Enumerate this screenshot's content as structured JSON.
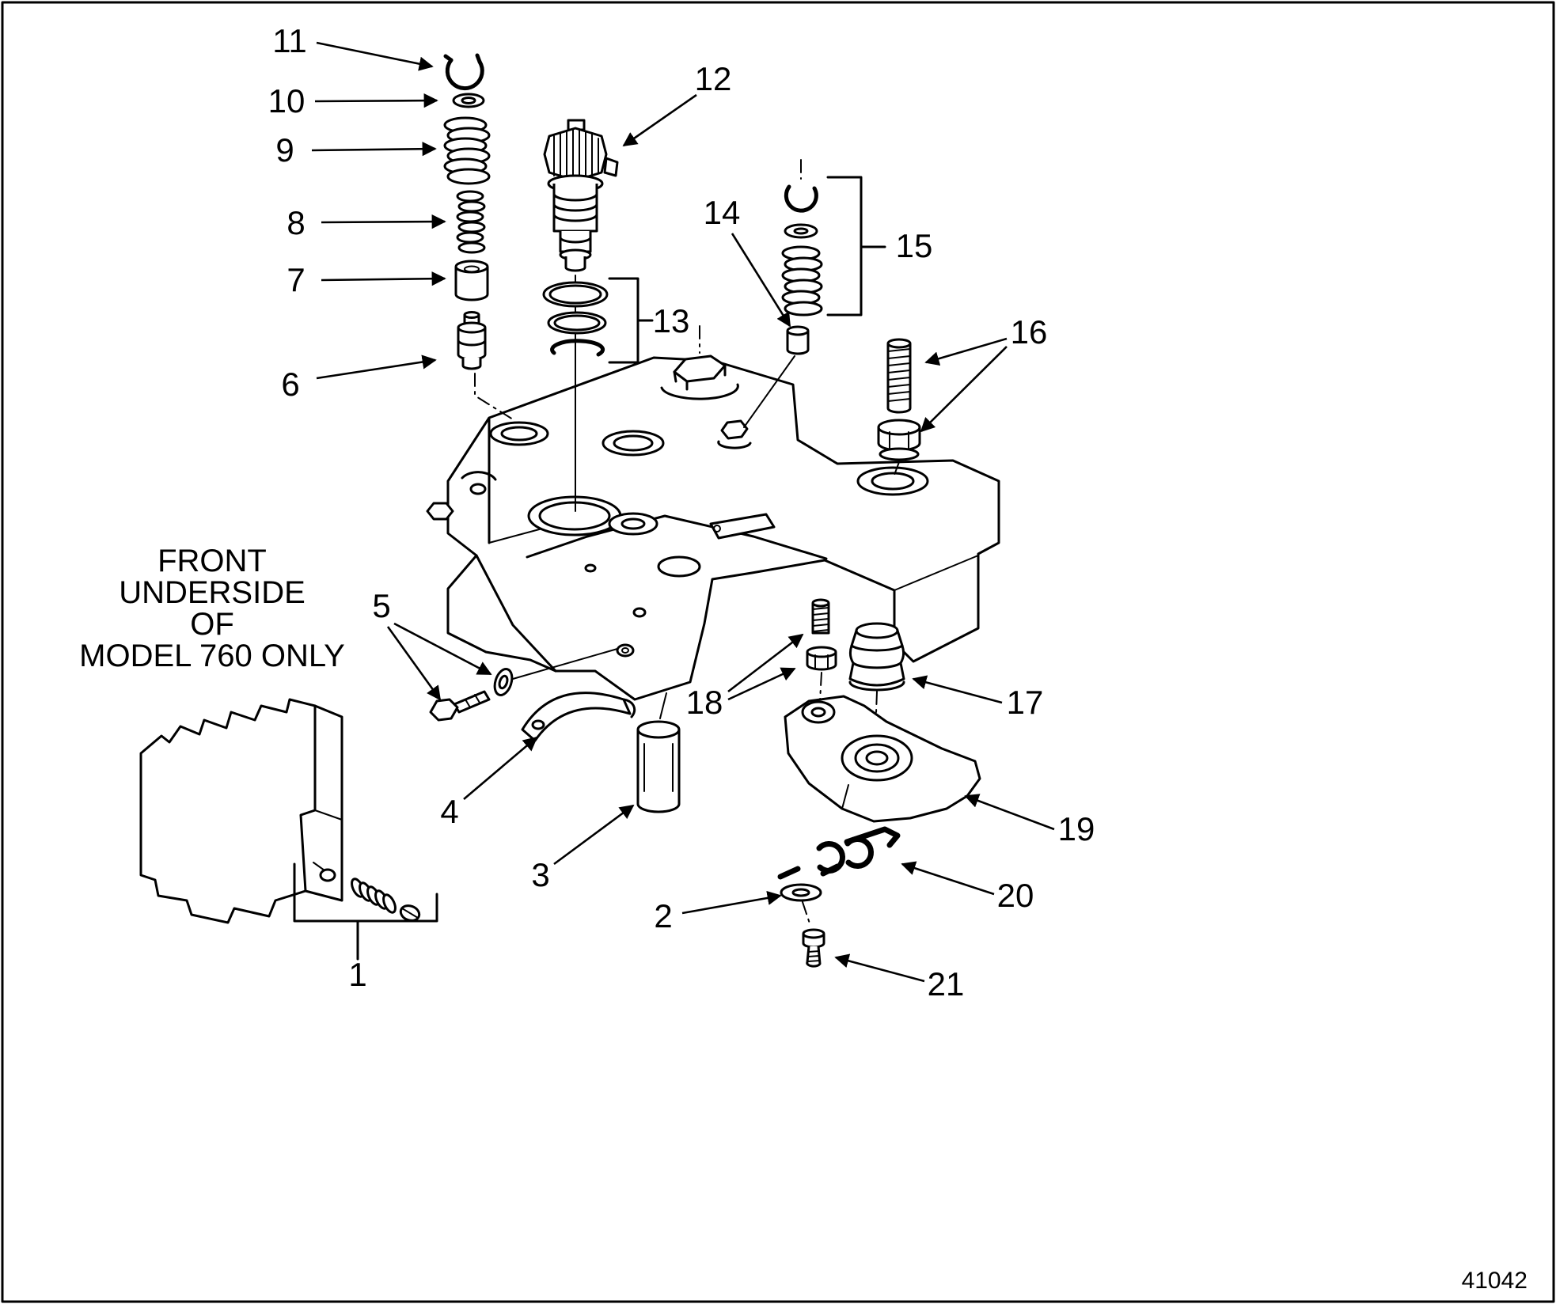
{
  "figure": {
    "id": "41042",
    "note_lines": [
      "FRONT",
      "UNDERSIDE",
      "OF",
      "MODEL 760 ONLY"
    ]
  },
  "callouts": [
    {
      "label": "1"
    },
    {
      "label": "2"
    },
    {
      "label": "3"
    },
    {
      "label": "4"
    },
    {
      "label": "5"
    },
    {
      "label": "6"
    },
    {
      "label": "7"
    },
    {
      "label": "8"
    },
    {
      "label": "9"
    },
    {
      "label": "10"
    },
    {
      "label": "11"
    },
    {
      "label": "12"
    },
    {
      "label": "13"
    },
    {
      "label": "14"
    },
    {
      "label": "15"
    },
    {
      "label": "16"
    },
    {
      "label": "17"
    },
    {
      "label": "18"
    },
    {
      "label": "19"
    },
    {
      "label": "20"
    },
    {
      "label": "21"
    }
  ]
}
